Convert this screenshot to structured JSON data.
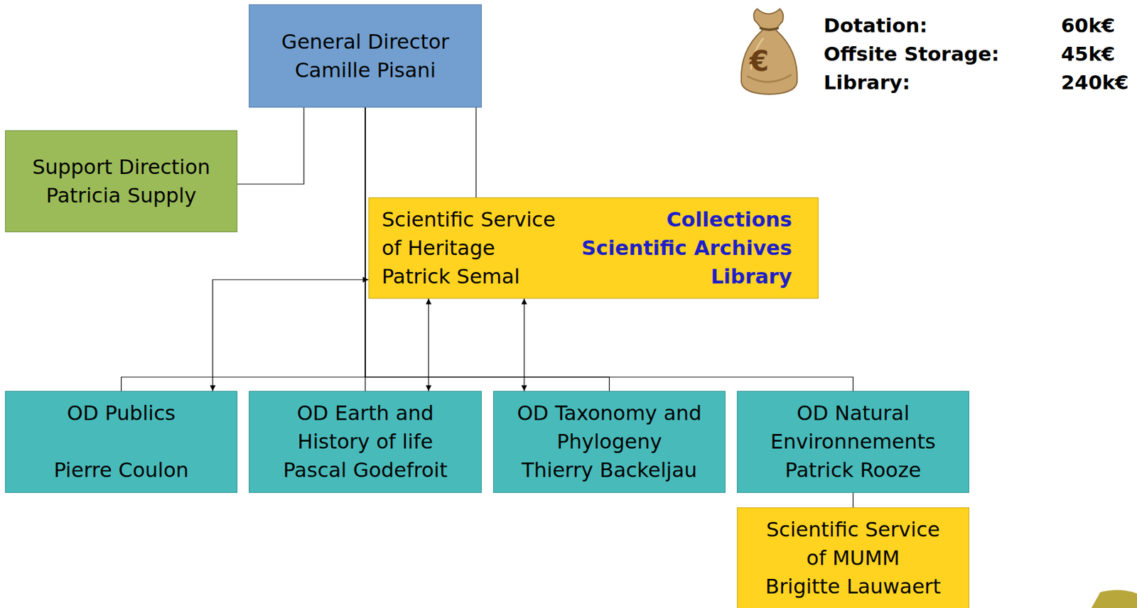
{
  "diagram": {
    "nodes": [
      {
        "text": [
          "General Director",
          "Camille Pisani"
        ]
      },
      {
        "text": [
          "Support Direction",
          "Patricia Supply"
        ]
      },
      {
        "text": [
          "Scientific Service of Heritage",
          "Patrick Semal",
          "Collections",
          "Scientific Archives",
          "Library"
        ]
      },
      {
        "text": [
          "OD Publics",
          "Pierre Coulon"
        ]
      },
      {
        "text": [
          "OD Earth and History of life",
          "Pascal Godefroit"
        ]
      },
      {
        "text": [
          "OD Taxonomy and Phylogeny",
          "Thierry Backeljau"
        ]
      },
      {
        "text": [
          "OD Natural Environnements",
          "Patrick Rooze"
        ]
      },
      {
        "text": [
          "Scientific Service of MUMM",
          "Brigitte Lauwaert"
        ]
      }
    ],
    "edges": [
      {
        "from": 0,
        "to": 1,
        "arrow": "none"
      },
      {
        "from": 0,
        "to": 2,
        "arrow": "none"
      },
      {
        "from": 0,
        "to": 3,
        "arrow": "none"
      },
      {
        "from": 0,
        "to": 4,
        "arrow": "none"
      },
      {
        "from": 0,
        "to": 5,
        "arrow": "none"
      },
      {
        "from": 0,
        "to": 6,
        "arrow": "none"
      },
      {
        "from": 2,
        "to": 3,
        "arrow": "both"
      },
      {
        "from": 2,
        "to": 4,
        "arrow": "both"
      },
      {
        "from": 2,
        "to": 5,
        "arrow": "both"
      },
      {
        "from": 6,
        "to": 7,
        "arrow": "none"
      }
    ],
    "labels": [
      "Dotation:",
      "60k€",
      "Offsite Storage:",
      "45k€",
      "Library:",
      "240k€",
      "€"
    ]
  }
}
